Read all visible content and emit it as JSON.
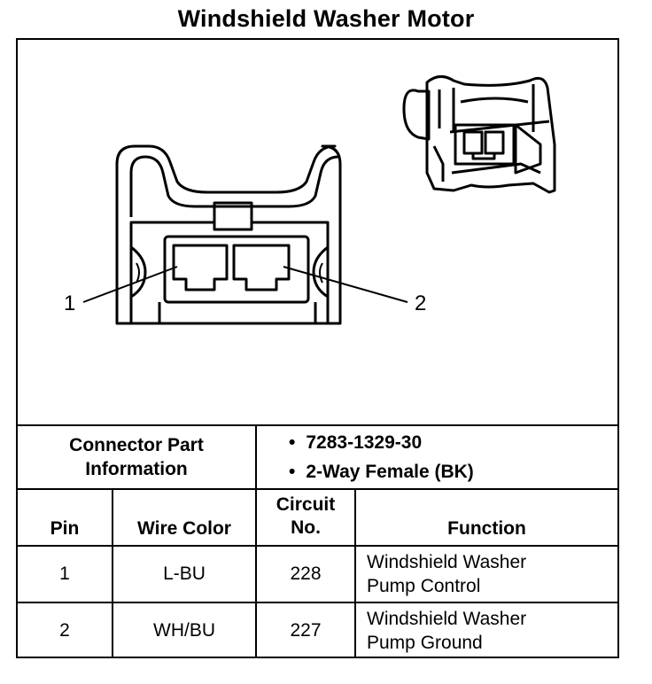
{
  "title": "Windshield Washer Motor",
  "diagram": {
    "pin_labels": [
      "1",
      "2"
    ],
    "connector_icon": "connector-face-view",
    "photo_icon": "connector-3d-view"
  },
  "connector_info": {
    "label_line1": "Connector Part",
    "label_line2": "Information",
    "part_number": "7283-1329-30",
    "description": "2-Way Female (BK)"
  },
  "table": {
    "headers": {
      "pin": "Pin",
      "wire_color": "Wire Color",
      "circuit_line1": "Circuit",
      "circuit_line2": "No.",
      "function": "Function"
    },
    "rows": [
      {
        "pin": "1",
        "wire_color": "L-BU",
        "circuit": "228",
        "function_line1": "Windshield Washer",
        "function_line2": "Pump Control"
      },
      {
        "pin": "2",
        "wire_color": "WH/BU",
        "circuit": "227",
        "function_line1": "Windshield Washer",
        "function_line2": "Pump Ground"
      }
    ]
  }
}
